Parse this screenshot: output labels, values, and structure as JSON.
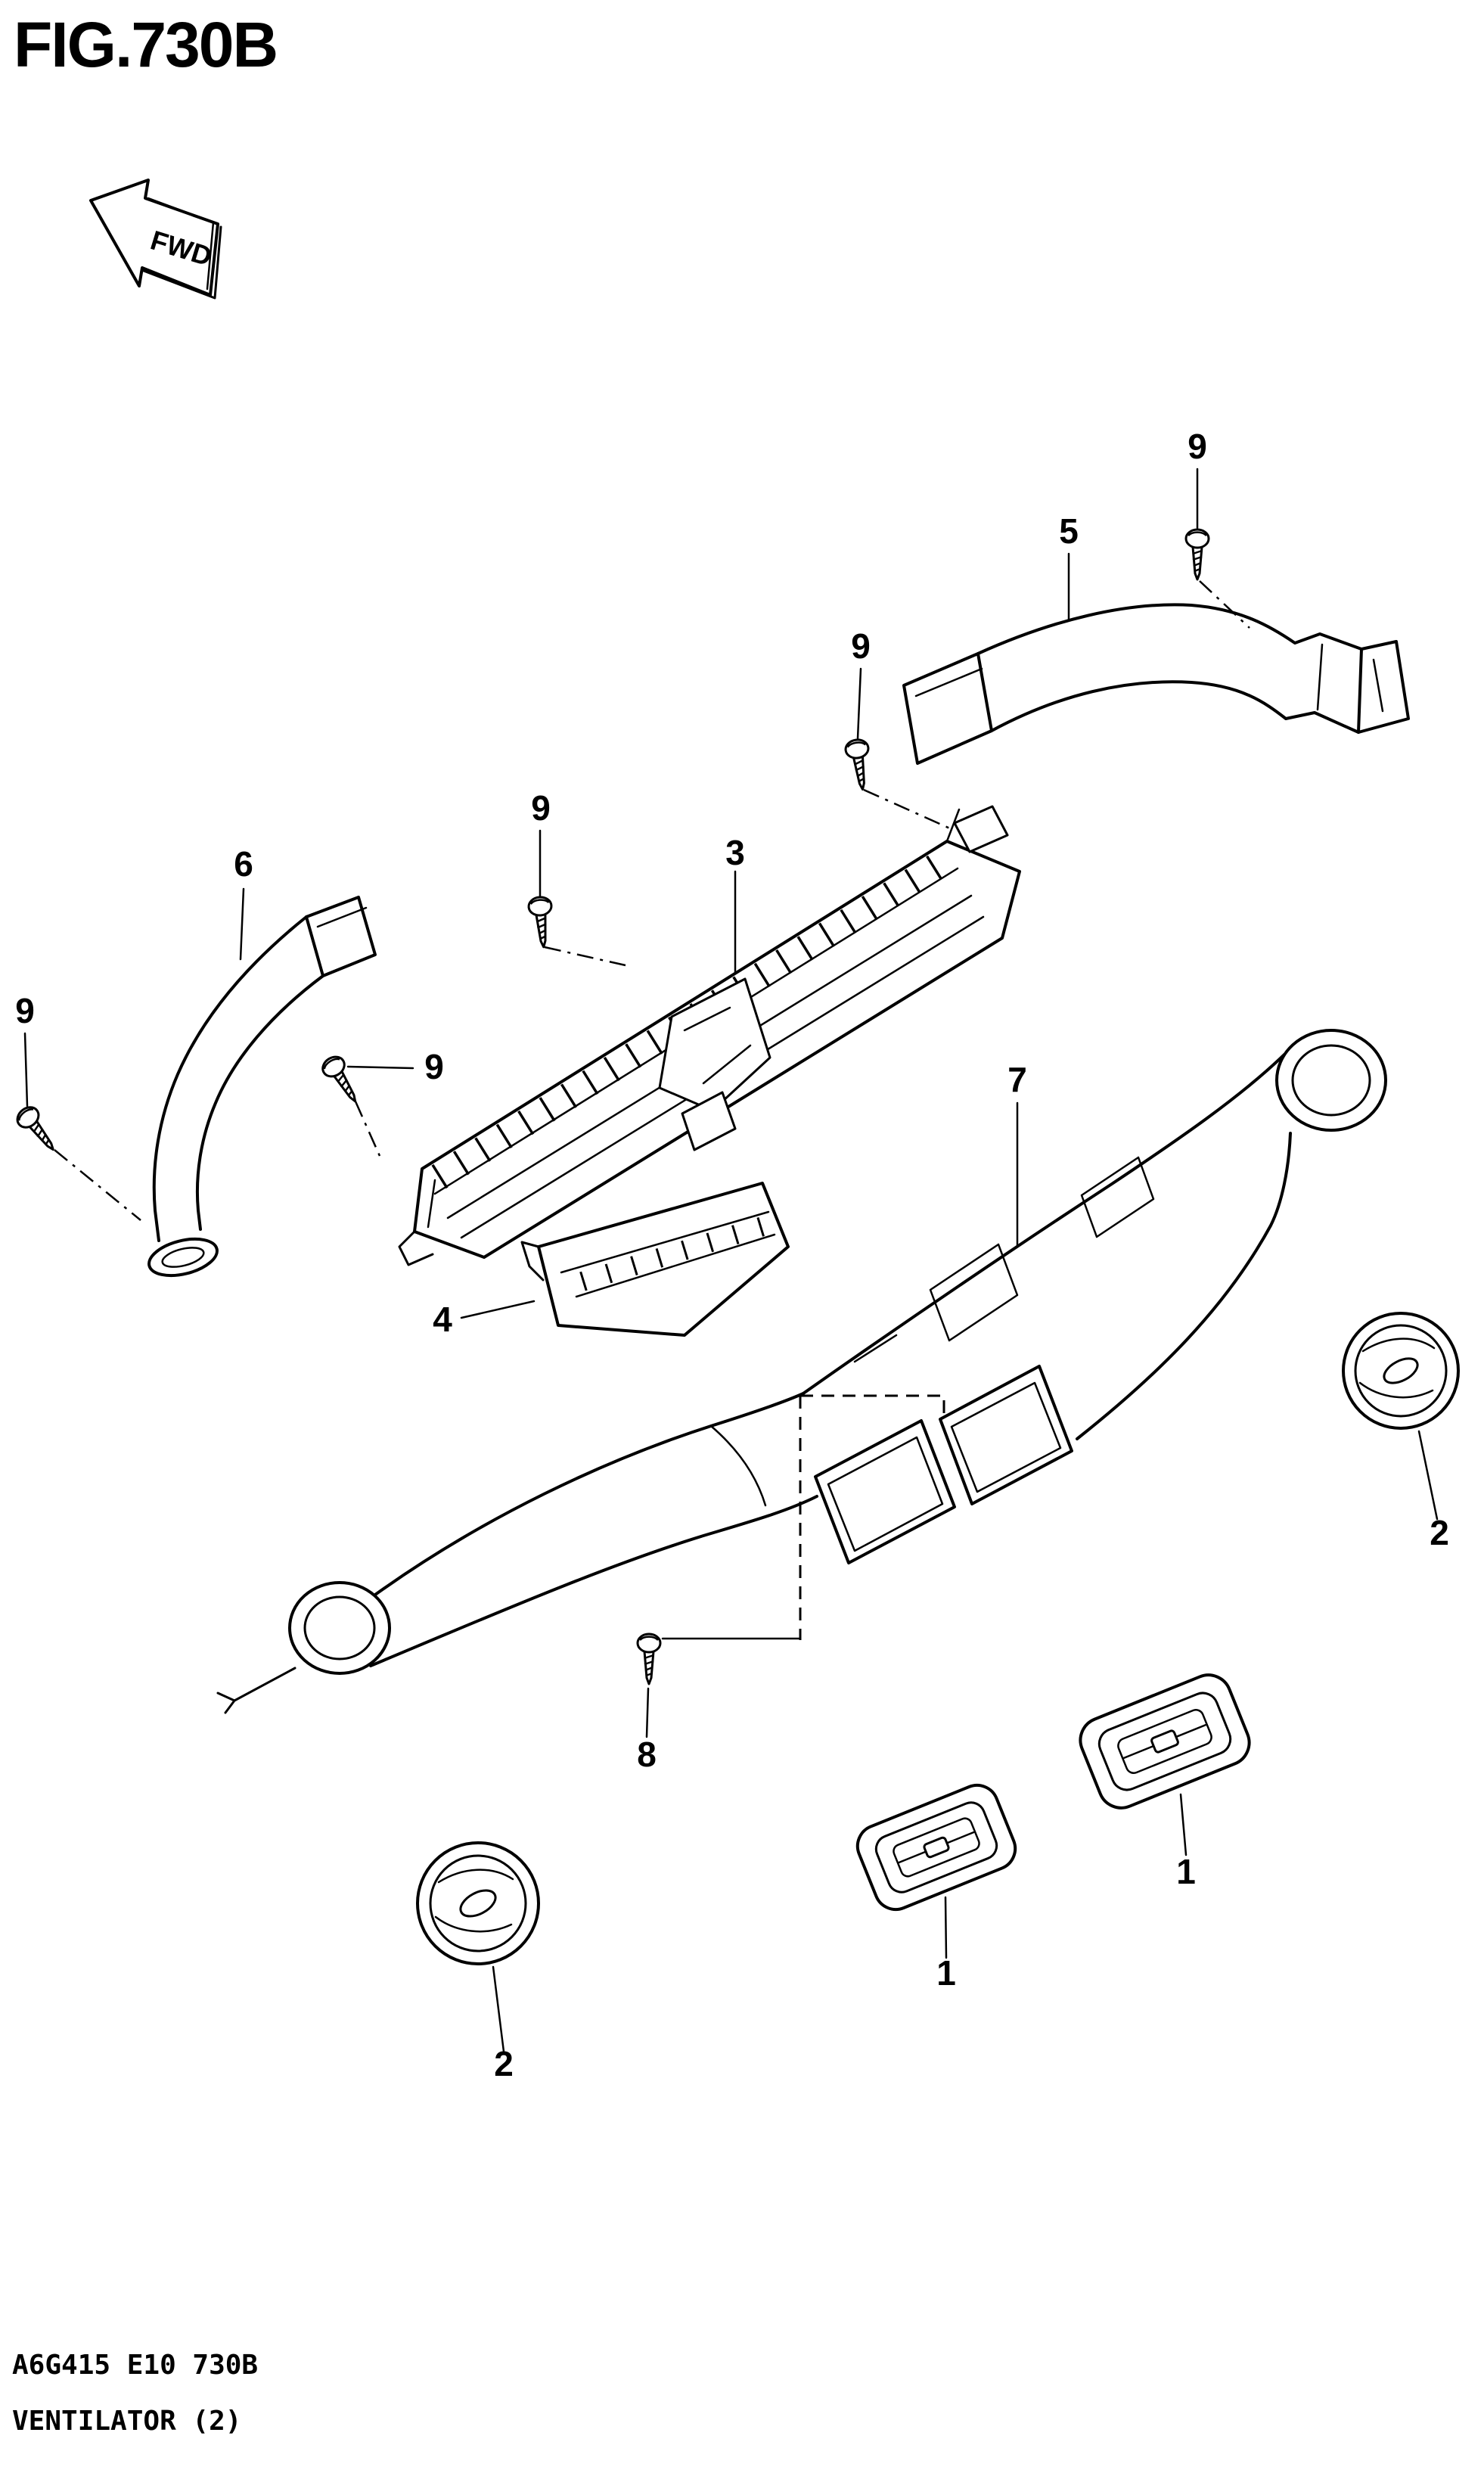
{
  "header": {
    "figure_label": "FIG.730B"
  },
  "direction_arrow": {
    "label": "FWD"
  },
  "callouts": [
    {
      "ref": "screw-top-right",
      "label": "9"
    },
    {
      "ref": "duct-side-right",
      "label": "5"
    },
    {
      "ref": "screw-upper-center",
      "label": "9"
    },
    {
      "ref": "screw-center-left",
      "label": "9"
    },
    {
      "ref": "defroster-duct",
      "label": "3"
    },
    {
      "ref": "duct-side-left",
      "label": "6"
    },
    {
      "ref": "screw-far-left",
      "label": "9"
    },
    {
      "ref": "screw-mid-left",
      "label": "9"
    },
    {
      "ref": "ventilator-duct",
      "label": "7"
    },
    {
      "ref": "round-vent-right",
      "label": "2"
    },
    {
      "ref": "center-louver",
      "label": "4"
    },
    {
      "ref": "screw-center",
      "label": "8"
    },
    {
      "ref": "rect-vent-right",
      "label": "1"
    },
    {
      "ref": "rect-vent-center",
      "label": "1"
    },
    {
      "ref": "round-vent-left",
      "label": "2"
    }
  ],
  "footer": {
    "catalog_code": "A6G415 E10 730B",
    "figure_title": "VENTILATOR (2)"
  }
}
